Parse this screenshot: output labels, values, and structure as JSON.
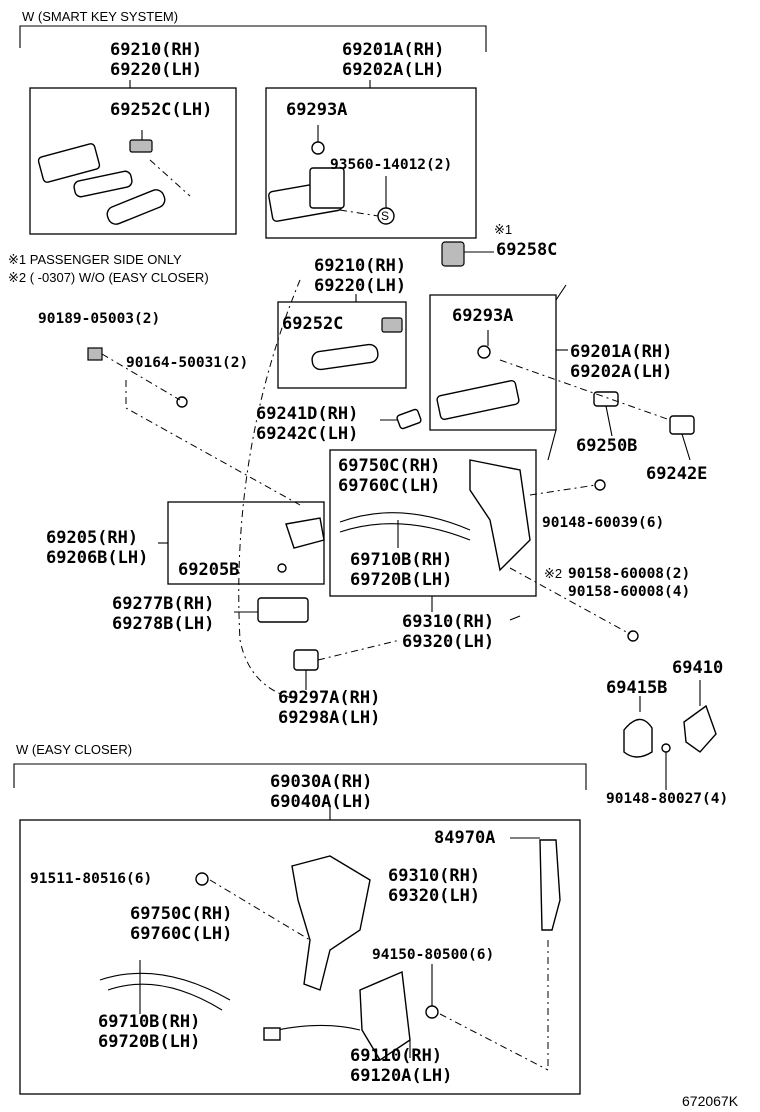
{
  "sections": {
    "smart_key": "W (SMART KEY SYSTEM)",
    "easy_closer": "W (EASY CLOSER)"
  },
  "notes": {
    "note1": "※1 PASSENGER SIDE ONLY",
    "note2": "※2 (       -0307) W/O (EASY CLOSER)",
    "mark1": "※1",
    "mark2": "※2"
  },
  "labels": {
    "p69210_rh_a": "69210(RH)",
    "p69220_lh_a": "69220(LH)",
    "p69201a_rh_a": "69201A(RH)",
    "p69202a_lh_a": "69202A(LH)",
    "p69252c_lh": "69252C(LH)",
    "p69293a_a": "69293A",
    "p93560": "93560-14012(2)",
    "p69258c": "69258C",
    "p69210_rh_b": "69210(RH)",
    "p69220_lh_b": "69220(LH)",
    "p90189": "90189-05003(2)",
    "p69252c": "69252C",
    "p69293a_b": "69293A",
    "p69201a_rh_b": "69201A(RH)",
    "p69202a_lh_b": "69202A(LH)",
    "p90164": "90164-50031(2)",
    "p69241d": "69241D(RH)",
    "p69242c": "69242C(LH)",
    "p69250b": "69250B",
    "p69242e": "69242E",
    "p69750c_a": "69750C(RH)",
    "p69760c_a": "69760C(LH)",
    "p90148_60039": "90148-60039(6)",
    "p69205_rh": "69205(RH)",
    "p69206b_lh": "69206B(LH)",
    "p69205b": "69205B",
    "p69710b_a": "69710B(RH)",
    "p69720b_a": "69720B(LH)",
    "p90158_a": "90158-60008(2)",
    "p90158_b": "90158-60008(4)",
    "p69277b": "69277B(RH)",
    "p69278b": "69278B(LH)",
    "p69310_a": "69310(RH)",
    "p69320_a": "69320(LH)",
    "p69410": "69410",
    "p69415b": "69415B",
    "p69297a": "69297A(RH)",
    "p69298a": "69298A(LH)",
    "p90148_80027": "90148-80027(4)",
    "p69030a": "69030A(RH)",
    "p69040a": "69040A(LH)",
    "p84970a": "84970A",
    "p91511": "91511-80516(6)",
    "p69310_b": "69310(RH)",
    "p69320_b": "69320(LH)",
    "p69750c_b": "69750C(RH)",
    "p69760c_b": "69760C(LH)",
    "p94150": "94150-80500(6)",
    "p69710b_b": "69710B(RH)",
    "p69720b_b": "69720B(LH)",
    "p69110": "69110(RH)",
    "p69120a": "69120A(LH)",
    "s_mark": "S",
    "figure_id": "672067K"
  }
}
